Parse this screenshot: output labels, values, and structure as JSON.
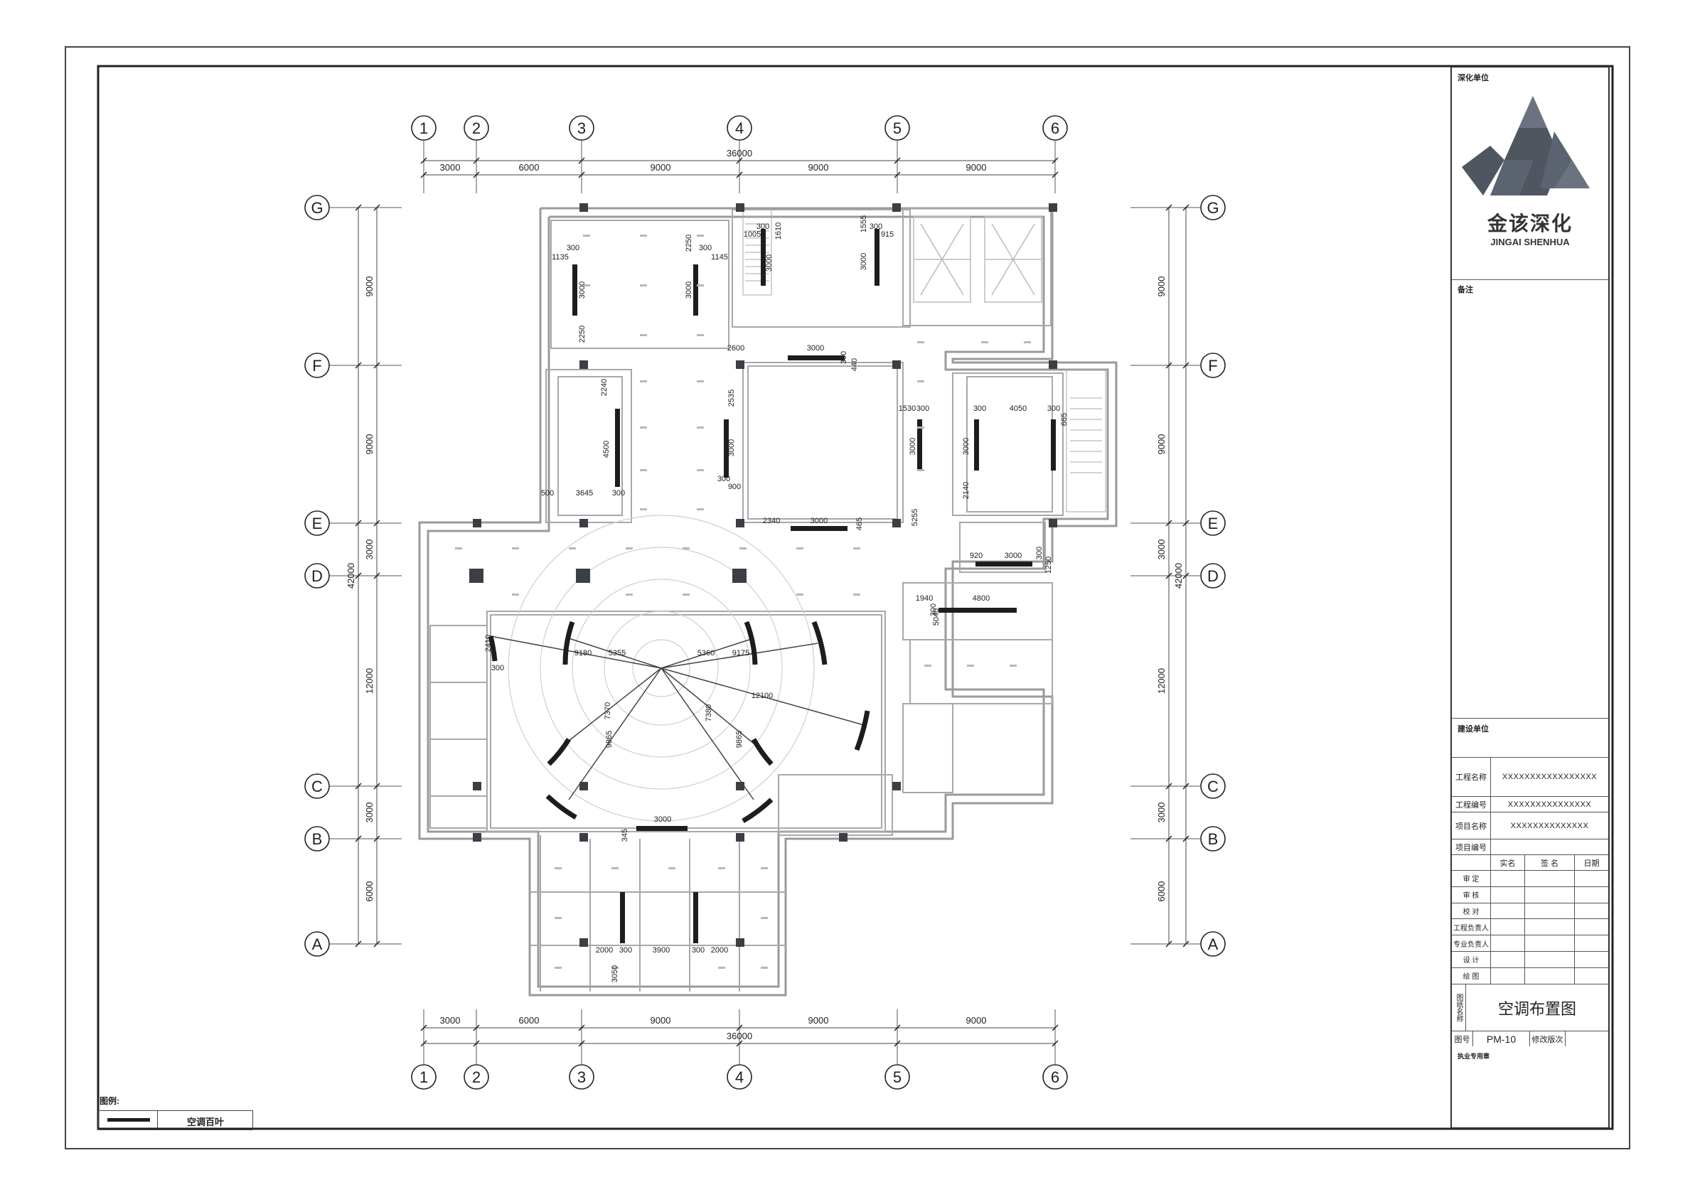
{
  "grid": {
    "columns": [
      "1",
      "2",
      "3",
      "4",
      "5",
      "6"
    ],
    "rows": [
      "G",
      "F",
      "E",
      "D",
      "C",
      "B",
      "A"
    ],
    "top_dims": [
      "3000",
      "6000",
      "9000",
      "9000",
      "9000"
    ],
    "top_total": "36000",
    "bottom_dims": [
      "3000",
      "6000",
      "9000",
      "9000",
      "9000"
    ],
    "bottom_total": "36000",
    "left_dims": [
      "9000",
      "9000",
      "3000",
      "12000",
      "3000",
      "6000"
    ],
    "left_total": "42000",
    "right_dims": [
      "9000",
      "9000",
      "3000",
      "12000",
      "3000",
      "6000"
    ],
    "right_total": "42000"
  },
  "annotations": {
    "a1": "1135",
    "a2": "300",
    "a3": "3000",
    "a4": "2250",
    "a5": "2250",
    "a6": "300",
    "a7": "1145",
    "a8": "3000",
    "a9": "1610",
    "a10": "1005",
    "a11": "300",
    "a12": "3000",
    "a13": "1555",
    "a14": "300",
    "a15": "915",
    "a16": "3000",
    "a17": "2600",
    "a18": "3000",
    "a19": "300",
    "a20": "440",
    "a21": "2535",
    "a22": "3000",
    "a23": "300",
    "a24": "900",
    "a25": "1530",
    "a26": "300",
    "a27": "3000",
    "a28": "2340",
    "a29": "3000",
    "a30": "465",
    "a31": "5255",
    "a32": "2240",
    "a33": "4500",
    "a34": "500",
    "a35": "3645",
    "a36": "300",
    "a37": "300",
    "a38": "4050",
    "a39": "300",
    "a40": "665",
    "a41": "3000",
    "a42": "2140",
    "a43": "920",
    "a44": "3000",
    "a45": "300",
    "a46": "1250",
    "a47": "1940",
    "a48": "4800",
    "a49": "300",
    "a50": "5040",
    "a51": "2410",
    "a52": "300",
    "a53": "9180",
    "a54": "5355",
    "a55": "5360",
    "a56": "9175",
    "a57": "12100",
    "a58": "7370",
    "a59": "9865",
    "a60": "7380",
    "a61": "9865",
    "a62": "3000",
    "a63": "345",
    "a64": "2000",
    "a65": "300",
    "a66": "3900",
    "a67": "300",
    "a68": "2000",
    "a69": "3050"
  },
  "titleblock": {
    "unit_label": "深化单位",
    "logo_cn": "金该深化",
    "logo_en": "JINGAI SHENHUA",
    "remarks_label": "备注",
    "client_label": "建设单位",
    "project_name_label": "工程名称",
    "project_name_value": "XXXXXXXXXXXXXXXXX",
    "project_no_label": "工程编号",
    "project_no_value": "XXXXXXXXXXXXXXX",
    "item_name_label": "项目名称",
    "item_name_value": "XXXXXXXXXXXXXX",
    "item_no_label": "项目编号",
    "col_name": "实名",
    "col_sign": "签 名",
    "col_date": "日期",
    "roles": [
      "审 定",
      "审 核",
      "校 对",
      "工程负责人",
      "专业负责人",
      "设 计",
      "绘 图"
    ],
    "drawing_name_label": "图纸名称",
    "drawing_name_value": "空调布置图",
    "drawing_no_label": "图号",
    "drawing_no_value": "PM-10",
    "revision_label": "修改版次",
    "seal_label": "执业专用章"
  },
  "legend": {
    "title": "图例:",
    "item_label": "空调百叶"
  },
  "colors": {
    "line": "#555555",
    "wall": "#9a9a9a",
    "column": "#3a3f45",
    "logo": "#4f5660"
  }
}
